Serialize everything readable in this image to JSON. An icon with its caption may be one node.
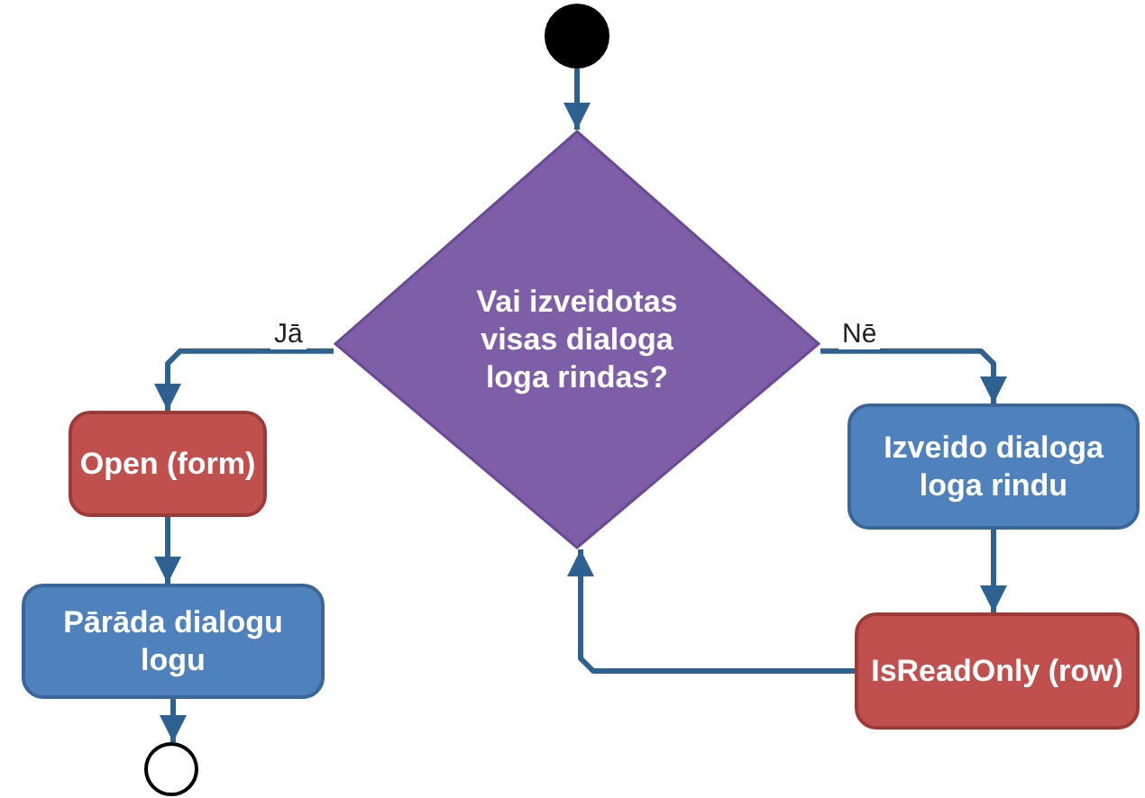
{
  "diagram": {
    "nodes": [
      {
        "text": [],
        "shape": "circle"
      },
      {
        "text": [
          "Vai izveidotas visas dialoga loga rindas?"
        ]
      },
      {
        "text": [
          "Open (form)"
        ]
      },
      {
        "text": [
          "Pārāda dialogu logu"
        ]
      },
      {
        "text": [],
        "shape": "circle"
      },
      {
        "text": [
          "Izveido dialoga loga rindu"
        ]
      },
      {
        "text": [
          "IsReadOnly (row)"
        ]
      }
    ],
    "edges": [
      {
        "from": 0,
        "to": 1,
        "arrow": "to"
      },
      {
        "from": 1,
        "to": 2,
        "arrow": "to",
        "label": "Jā"
      },
      {
        "from": 2,
        "to": 3,
        "arrow": "to"
      },
      {
        "from": 3,
        "to": 4,
        "arrow": "to"
      },
      {
        "from": 1,
        "to": 5,
        "arrow": "to",
        "label": "Nē"
      },
      {
        "from": 5,
        "to": 6,
        "arrow": "to"
      },
      {
        "from": 6,
        "to": 1,
        "arrow": "to"
      }
    ]
  }
}
